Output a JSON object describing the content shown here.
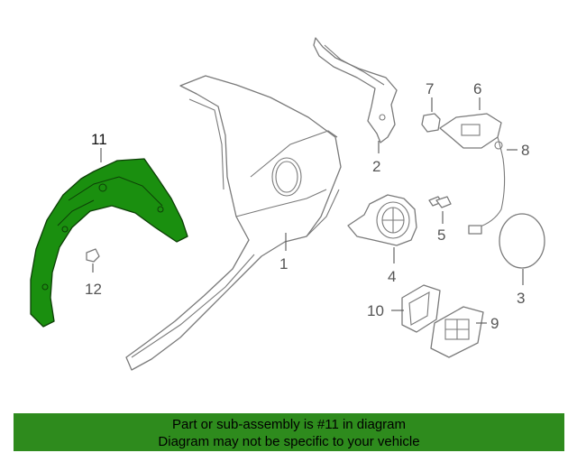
{
  "callouts": [
    "1",
    "2",
    "3",
    "4",
    "5",
    "6",
    "7",
    "8",
    "9",
    "10",
    "11",
    "12"
  ],
  "highlight_part": "11",
  "highlight_color": "#1a8f0f",
  "banner": {
    "line1": "Part or sub-assembly is #11 in diagram",
    "line2": "Diagram may not be specific to your vehicle",
    "color": "#2e8b1d"
  }
}
